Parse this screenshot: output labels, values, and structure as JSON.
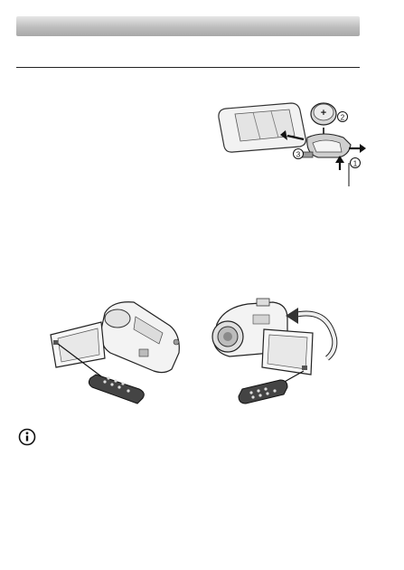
{
  "header": {
    "bar": "section-header-bar"
  },
  "battery_figure": {
    "steps": [
      "1",
      "2",
      "3"
    ],
    "battery_symbol": "+",
    "icon": "lithium-button-battery-replacement-illustration"
  },
  "remote_figures": [
    {
      "icon": "remote-pointed-at-lcd-panel-illustration"
    },
    {
      "icon": "remote-pointed-at-rotated-lcd-panel-illustration"
    }
  ],
  "note": {
    "icon": "info-icon"
  }
}
